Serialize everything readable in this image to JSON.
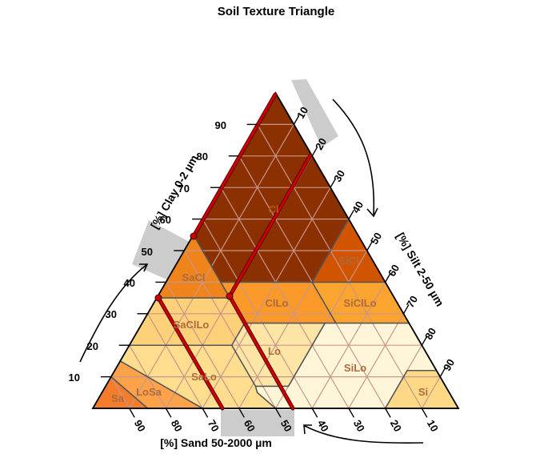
{
  "title": "Soil Texture Triangle",
  "axes": {
    "clay": {
      "label": "[%] Clay 0-2 µm",
      "ticks": [
        "10",
        "20",
        "30",
        "40",
        "50",
        "60",
        "70",
        "80",
        "90"
      ]
    },
    "silt": {
      "label": "[%] Silt 2-50 µm",
      "ticks": [
        "10",
        "20",
        "30",
        "40",
        "50",
        "60",
        "70",
        "80",
        "90"
      ]
    },
    "sand": {
      "label": "[%] Sand 50-2000 µm",
      "ticks": [
        "90",
        "80",
        "70",
        "60",
        "50",
        "40",
        "30",
        "20",
        "10"
      ]
    }
  },
  "classes": [
    {
      "label": "Cl",
      "color": "#8b3000",
      "text_color": "#b35a1e"
    },
    {
      "label": "SiCl",
      "color": "#d15500",
      "text_color": "#b06a3a"
    },
    {
      "label": "SaCl",
      "color": "#f0841c",
      "text_color": "#ad6a3c"
    },
    {
      "label": "ClLo",
      "color": "#fb9a2a",
      "text_color": "#ad6a3c"
    },
    {
      "label": "SiClLo",
      "color": "#fba530",
      "text_color": "#ad6a3c"
    },
    {
      "label": "SaClLo",
      "color": "#fdd07a",
      "text_color": "#ad6a3c"
    },
    {
      "label": "Lo",
      "color": "#fde5a6",
      "text_color": "#ad6a3c"
    },
    {
      "label": "SiLo",
      "color": "#fff6da",
      "text_color": "#ad6a3c"
    },
    {
      "label": "Si",
      "color": "#fdd886",
      "text_color": "#ad6a3c"
    },
    {
      "label": "SaLo",
      "color": "#fddd8e",
      "text_color": "#ad6a3c"
    },
    {
      "label": "LoSa",
      "color": "#fca24a",
      "text_color": "#ad6a3c"
    },
    {
      "label": "Sa",
      "color": "#f37d2c",
      "text_color": "#ad6a3c"
    }
  ],
  "colors": {
    "grid": "#c9968a",
    "boundary": "#555555",
    "highlight": "#cc0000",
    "band": "#cccccc",
    "background": "#ffffff"
  }
}
